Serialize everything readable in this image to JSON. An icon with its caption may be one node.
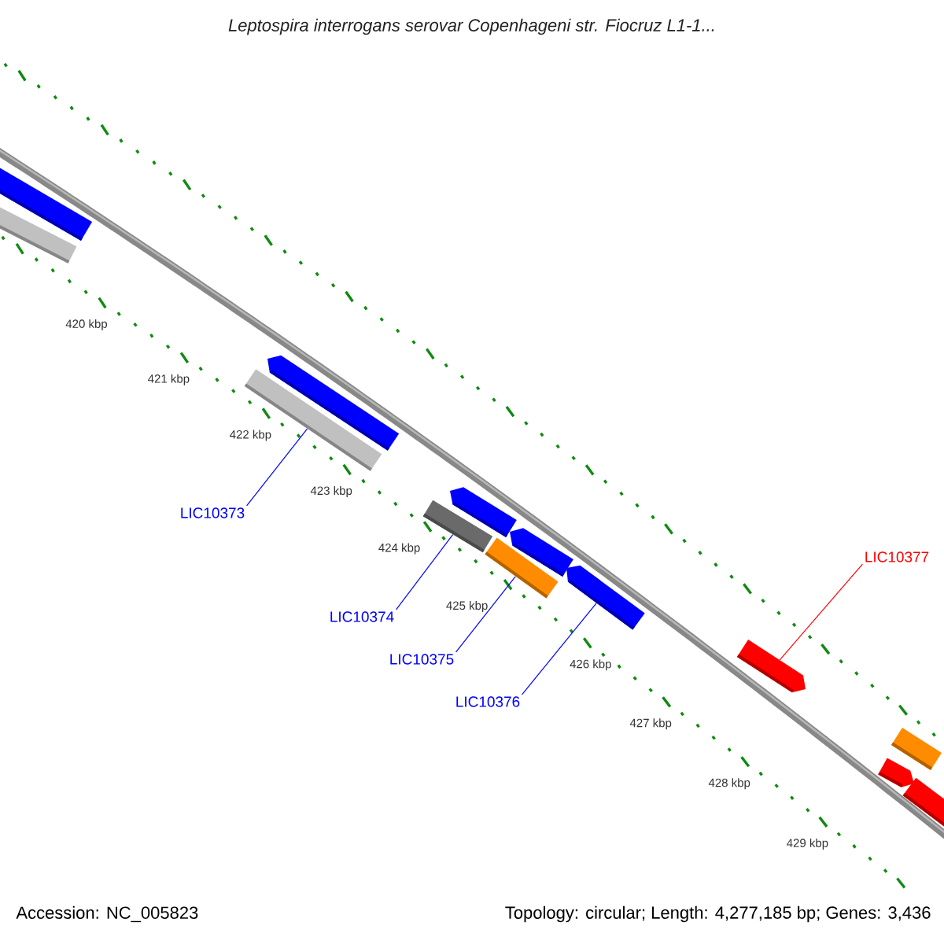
{
  "diagram": {
    "title": "Leptospira interrogans serovar Copenhageni str. Fiocruz L1-1...",
    "nodes": [
      {
        "text": [
          "LIC10373"
        ]
      },
      {
        "text": [],
        "shape": "bar"
      },
      {
        "text": [
          "LIC10374"
        ]
      },
      {
        "text": [],
        "shape": "bar"
      },
      {
        "text": [
          "LIC10375"
        ]
      },
      {
        "text": [],
        "shape": "bar"
      },
      {
        "text": [
          "LIC10376"
        ]
      },
      {
        "text": [],
        "shape": "bar"
      },
      {
        "text": [
          "LIC10377"
        ]
      },
      {
        "text": [],
        "shape": "bar"
      },
      {
        "text": [],
        "shape": "bar"
      },
      {
        "text": [],
        "shape": "bar"
      },
      {
        "text": [],
        "shape": "bar"
      },
      {
        "text": [],
        "shape": "bar"
      },
      {
        "text": [],
        "shape": "bar"
      },
      {
        "text": [],
        "shape": "bar"
      },
      {
        "text": [],
        "shape": "bar"
      },
      {
        "text": [],
        "shape": "bar"
      }
    ],
    "edges": [
      {
        "from": 0,
        "to": 1,
        "arrow": "none"
      },
      {
        "from": 2,
        "to": 3,
        "arrow": "none"
      },
      {
        "from": 4,
        "to": 5,
        "arrow": "none"
      },
      {
        "from": 6,
        "to": 7,
        "arrow": "none"
      },
      {
        "from": 8,
        "to": 9,
        "arrow": "none",
        "color": "#ff0000"
      }
    ],
    "labels": [
      "420 kbp",
      "421 kbp",
      "422 kbp",
      "423 kbp",
      "424 kbp",
      "425 kbp",
      "426 kbp",
      "427 kbp",
      "428 kbp",
      "429 kbp",
      "Accession: NC_005823",
      "Topology: circular; Length: 4,277,185 bp; Genes: 3,436"
    ]
  }
}
